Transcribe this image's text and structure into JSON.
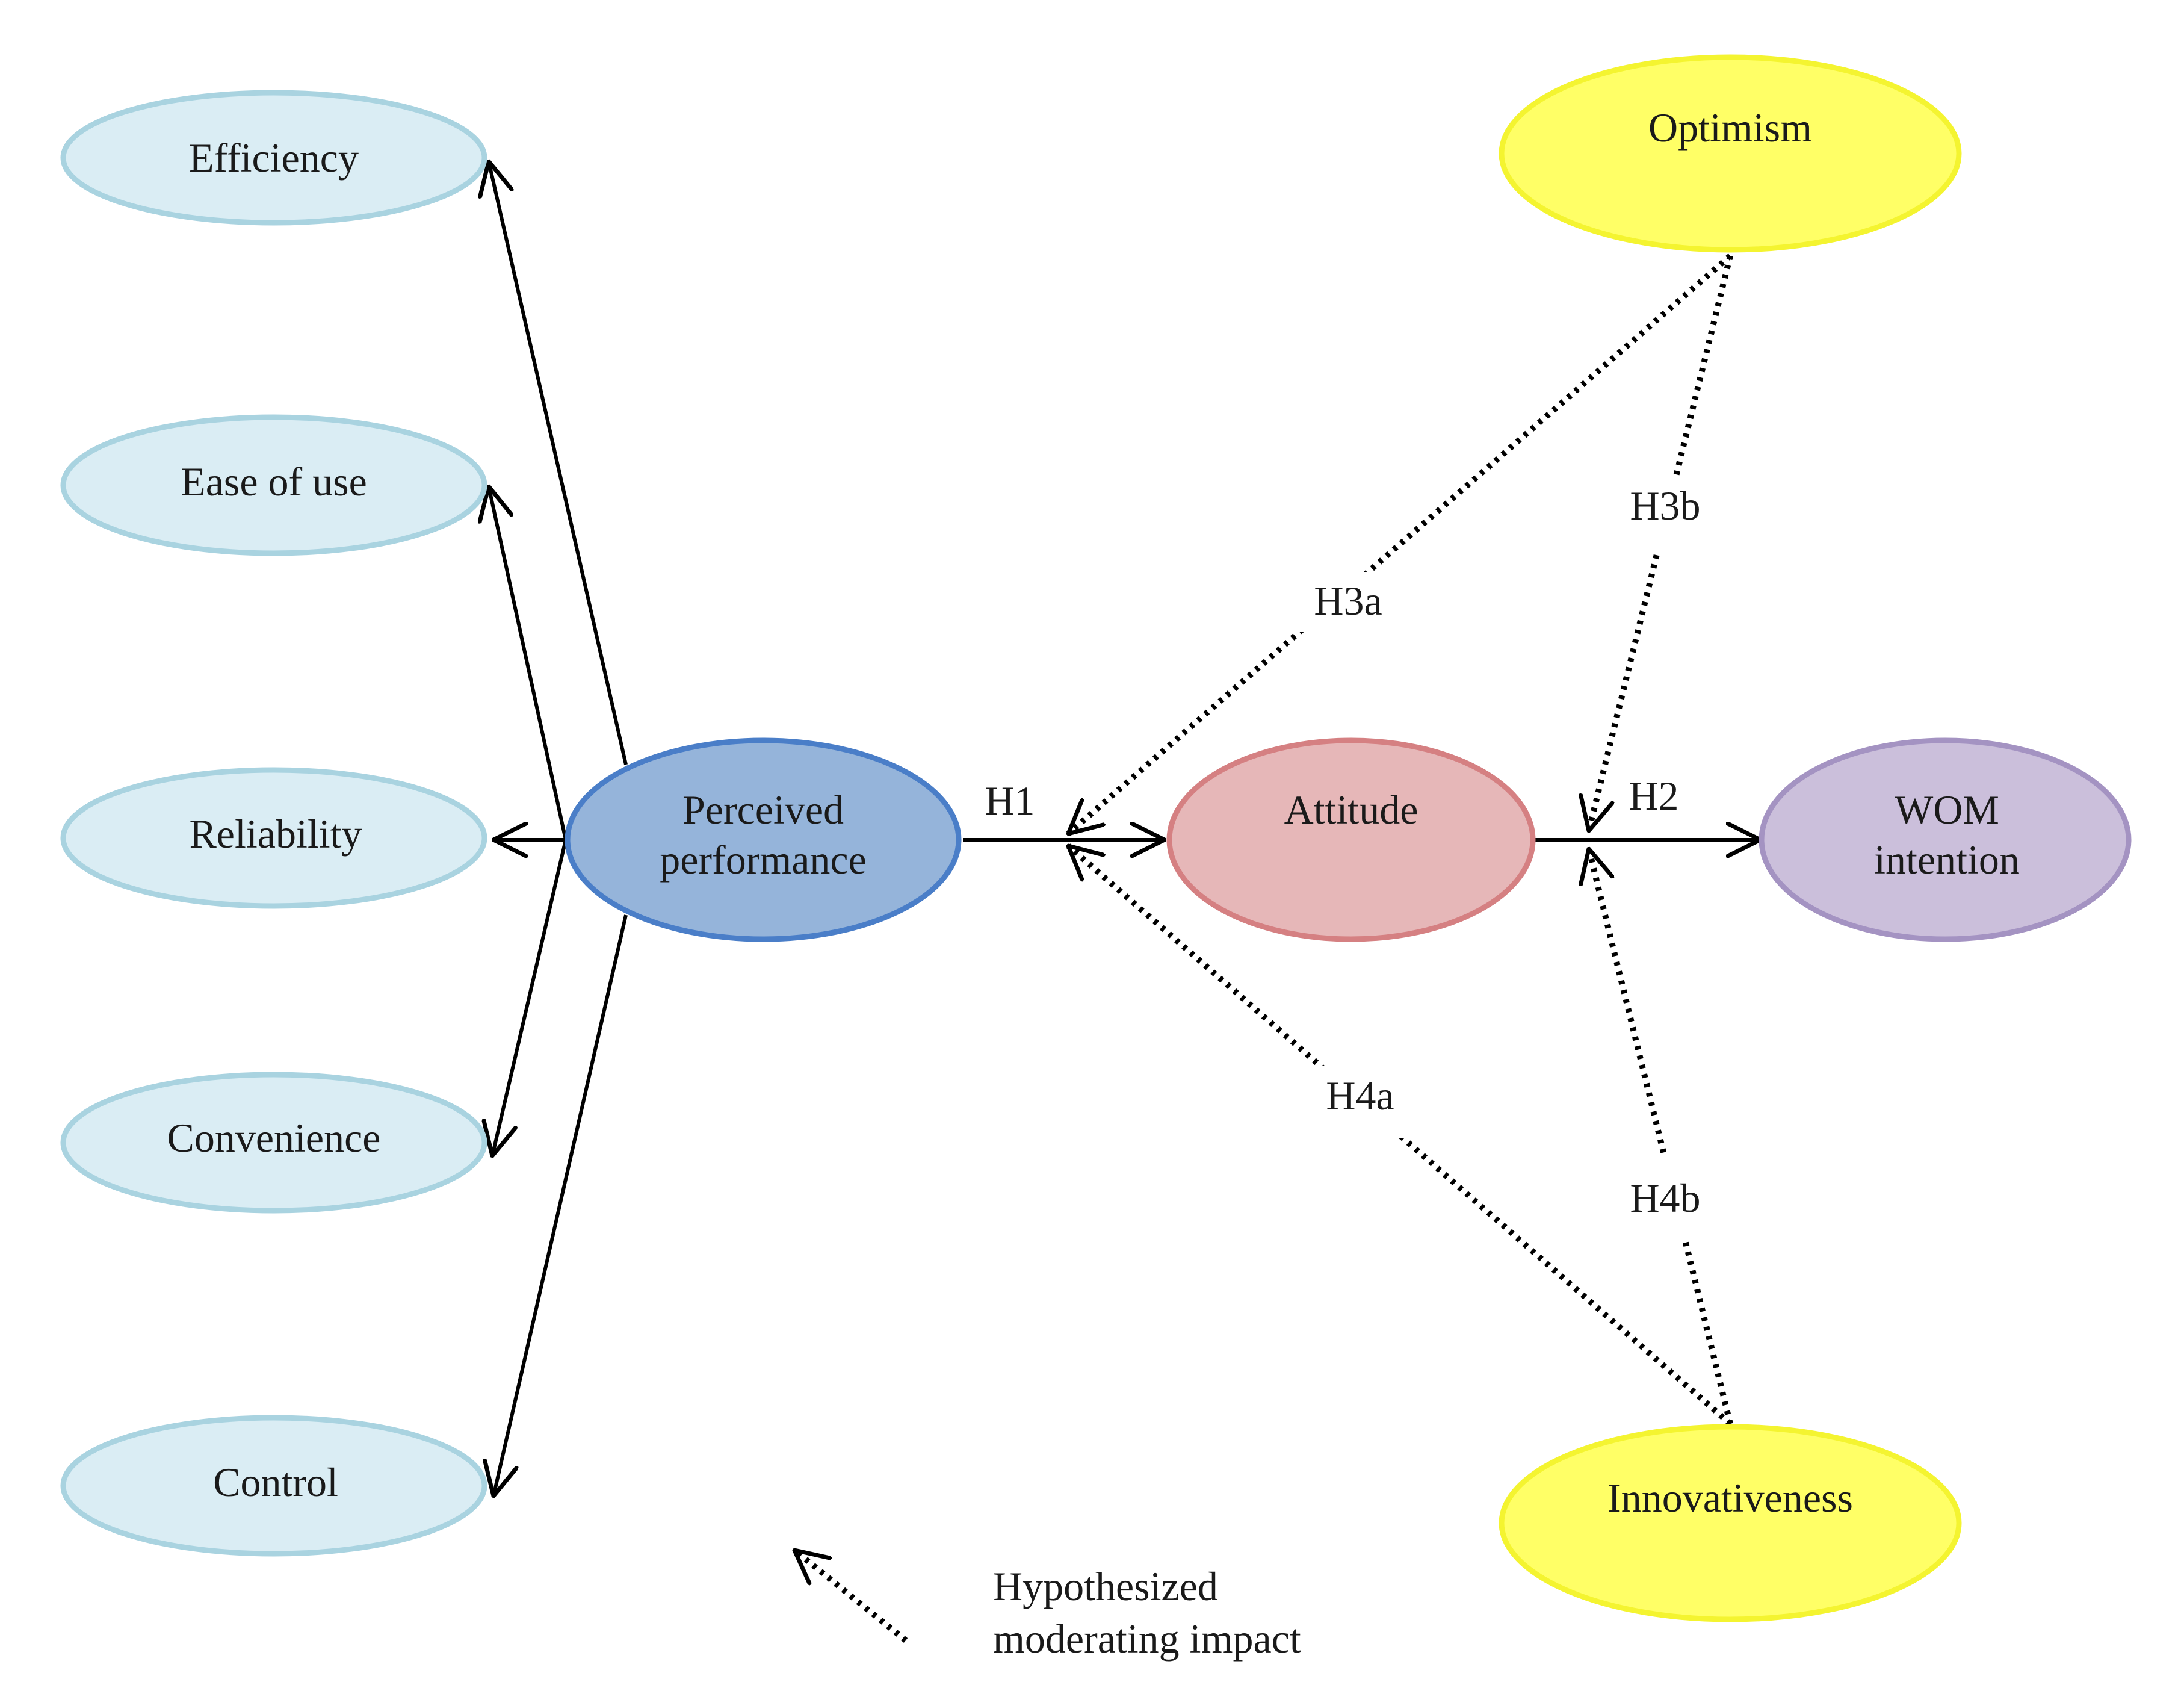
{
  "colors": {
    "dimension_fill": "#daedf4",
    "dimension_stroke": "#a9d3e0",
    "perceived_fill": "#95b4da",
    "perceived_stroke": "#4a7ec8",
    "attitude_fill": "#e6b7b8",
    "attitude_stroke": "#d58082",
    "wom_fill": "#cbbfdb",
    "wom_stroke": "#a493c2",
    "moderator_fill": "#ffff66",
    "moderator_stroke": "#f4f430"
  },
  "nodes": {
    "efficiency": "Efficiency",
    "ease_of_use": "Ease of use",
    "reliability": "Reliability",
    "convenience": "Convenience",
    "control": "Control",
    "perceived_performance": [
      "Perceived",
      "performance"
    ],
    "attitude": "Attitude",
    "wom_intention": [
      "WOM",
      "intention"
    ],
    "optimism": "Optimism",
    "innovativeness": "Innovativeness"
  },
  "hypotheses": {
    "h1": "H1",
    "h2": "H2",
    "h3a": "H3a",
    "h3b": "H3b",
    "h4a": "H4a",
    "h4b": "H4b"
  },
  "legend": {
    "line1": "Hypothesized",
    "line2": "moderating impact"
  }
}
